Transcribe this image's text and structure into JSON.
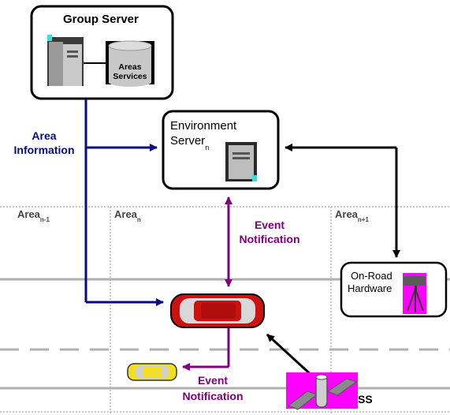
{
  "group_server": {
    "title": "Group Server",
    "db_label_line1": "Areas",
    "db_label_line2": "Services"
  },
  "env_server": {
    "title_line1": "Environment",
    "title_line2": "Server",
    "title_sub": "n"
  },
  "area_information": {
    "line1": "Area",
    "line2": "Information"
  },
  "areas": [
    {
      "name": "Area",
      "sub": "n-1"
    },
    {
      "name": "Area",
      "sub": "n"
    },
    {
      "name": "Area",
      "sub": "n+1"
    }
  ],
  "event_notification_top": {
    "line1": "Event",
    "line2": "Notification"
  },
  "event_notification_bottom": {
    "line1": "Event",
    "line2": "Notification"
  },
  "onroad": {
    "line1": "On-Road",
    "line2": "Hardware"
  },
  "satellite_partial_text": "SS",
  "colors": {
    "navy": "#0a0a80",
    "purple": "#800080",
    "black": "#000000",
    "magenta": "#ff00ff",
    "car_red": "#cc1111",
    "car_yellow": "#f0e020",
    "road_gray": "#b8b8b8"
  }
}
